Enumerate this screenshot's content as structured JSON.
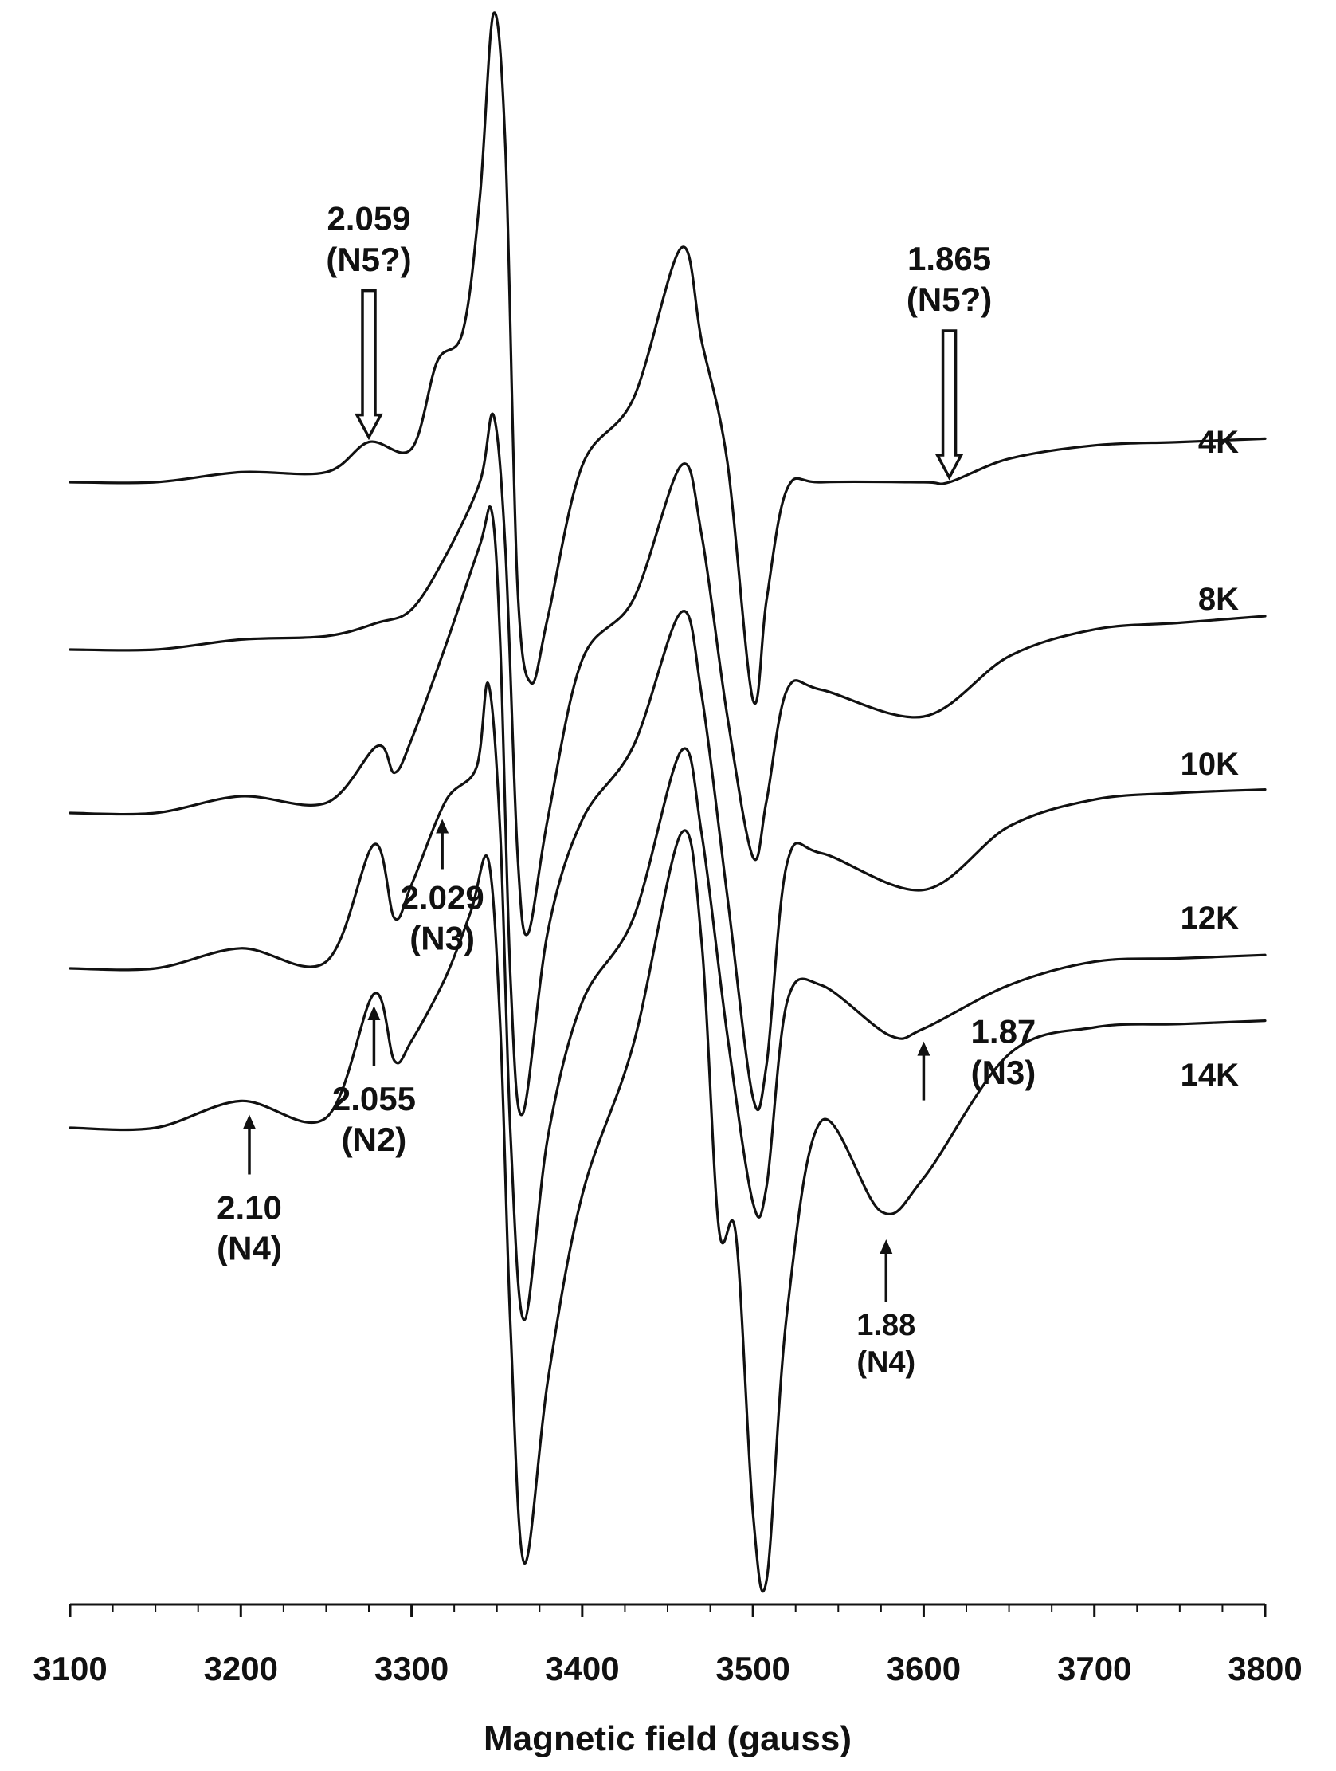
{
  "chart_data": {
    "type": "line",
    "xlabel": "Magnetic field  (gauss)",
    "ylabel": "",
    "title": "",
    "xlim": [
      3100,
      3800
    ],
    "x_ticks": [
      3100,
      3200,
      3300,
      3400,
      3500,
      3600,
      3700,
      3800
    ],
    "x_tick_labels": [
      "3100",
      "3200",
      "3300",
      "3400",
      "3500",
      "3600",
      "3700",
      "3800"
    ],
    "y_axis_visible": false,
    "grid": false,
    "series": [
      {
        "name": "4K",
        "x_field": [
          3100,
          3150,
          3200,
          3250,
          3275,
          3300,
          3315,
          3330,
          3340,
          3348,
          3355,
          3362,
          3370,
          3380,
          3400,
          3430,
          3458,
          3470,
          3485,
          3500,
          3508,
          3520,
          3540,
          3600,
          3615,
          3650,
          3700,
          3750,
          3800
        ],
        "y": [
          0,
          0,
          0.3,
          0.3,
          1.2,
          1.0,
          3.6,
          4.5,
          8.5,
          14.0,
          10,
          -3.0,
          -6.0,
          -4.0,
          0.5,
          2.5,
          7.0,
          4.2,
          0.6,
          -6.5,
          -3.5,
          -0.2,
          0,
          0,
          0.0,
          0.7,
          1.1,
          1.2,
          1.3
        ]
      },
      {
        "name": "8K",
        "x_field": [
          3100,
          3150,
          3200,
          3250,
          3280,
          3300,
          3320,
          3340,
          3348,
          3355,
          3362,
          3368,
          3380,
          3400,
          3430,
          3458,
          3470,
          3485,
          3500,
          3508,
          3520,
          3540,
          3600,
          3650,
          3700,
          3750,
          3800
        ],
        "y": [
          0,
          0,
          0.3,
          0.4,
          0.8,
          1.2,
          2.8,
          5.0,
          7.0,
          3.0,
          -6.0,
          -8.5,
          -5.0,
          -0.3,
          1.5,
          5.5,
          3.4,
          -2.0,
          -6.2,
          -4.5,
          -1.2,
          -1.2,
          -2.0,
          -0.2,
          0.6,
          0.8,
          1.0
        ]
      },
      {
        "name": "10K",
        "x_field": [
          3100,
          3150,
          3200,
          3250,
          3280,
          3290,
          3300,
          3320,
          3340,
          3347,
          3352,
          3358,
          3365,
          3380,
          3400,
          3430,
          3458,
          3470,
          3485,
          3500,
          3508,
          3520,
          3540,
          3600,
          3650,
          3700,
          3750,
          3800
        ],
        "y": [
          0,
          0,
          0.5,
          0.3,
          2.0,
          1.2,
          2.2,
          5.0,
          8.0,
          9.0,
          5.0,
          -5.0,
          -9.0,
          -3.5,
          -0.2,
          2.0,
          6.0,
          3.5,
          -2.5,
          -8.5,
          -7.5,
          -1.5,
          -1.2,
          -2.3,
          -0.4,
          0.4,
          0.6,
          0.7
        ]
      },
      {
        "name": "12K",
        "x_field": [
          3100,
          3150,
          3200,
          3250,
          3278,
          3290,
          3300,
          3320,
          3338,
          3345,
          3352,
          3358,
          3366,
          3380,
          3400,
          3430,
          3458,
          3470,
          3485,
          3500,
          3508,
          3520,
          3540,
          3580,
          3600,
          3650,
          3700,
          3750,
          3800
        ],
        "y": [
          0,
          0,
          0.6,
          0.2,
          3.7,
          1.5,
          2.5,
          5.0,
          6.0,
          8.5,
          4.0,
          -5.0,
          -10.5,
          -5.0,
          -1.0,
          1.5,
          6.5,
          4.0,
          -2.0,
          -7.0,
          -6.5,
          -1.0,
          -0.5,
          -2.0,
          -1.8,
          -0.5,
          0.2,
          0.3,
          0.4
        ]
      },
      {
        "name": "14K",
        "x_field": [
          3100,
          3150,
          3200,
          3250,
          3278,
          3290,
          3300,
          3320,
          3335,
          3345,
          3352,
          3358,
          3366,
          3380,
          3400,
          3430,
          3458,
          3470,
          3480,
          3490,
          3500,
          3508,
          3520,
          3540,
          3575,
          3600,
          3650,
          3700,
          3750,
          3800
        ],
        "y": [
          0,
          0,
          0.8,
          0.3,
          4.0,
          2.0,
          2.6,
          4.5,
          6.5,
          8.0,
          3.0,
          -6.0,
          -13.0,
          -7.5,
          -2.0,
          2.5,
          8.8,
          5.5,
          -3.0,
          -3.2,
          -11.5,
          -13.5,
          -5.5,
          0.2,
          -2.5,
          -1.5,
          2.2,
          3.0,
          3.1,
          3.2
        ]
      }
    ],
    "annotations": [
      {
        "value": "2.059",
        "sub": "(N5?)",
        "x_field": 3275,
        "series": "4K",
        "style": "hollow-down"
      },
      {
        "value": "1.865",
        "sub": "(N5?)",
        "x_field": 3615,
        "series": "4K",
        "style": "hollow-down"
      },
      {
        "value": "1.87",
        "sub": "(N3)",
        "x_field": 3600,
        "series": "12K",
        "style": "arrow-up"
      },
      {
        "value": "2.029",
        "sub": "(N3)",
        "x_field": 3318,
        "series": "12K",
        "style": "arrow-up"
      },
      {
        "value": "2.10",
        "sub": "(N4)",
        "x_field": 3205,
        "series": "14K",
        "style": "arrow-up"
      },
      {
        "value": "2.055",
        "sub": "(N2)",
        "x_field": 3278,
        "series": "14K",
        "style": "arrow-up"
      },
      {
        "value": "1.88",
        "sub": "(N4)",
        "x_field": 3578,
        "series": "14K",
        "style": "arrow-up"
      }
    ]
  }
}
